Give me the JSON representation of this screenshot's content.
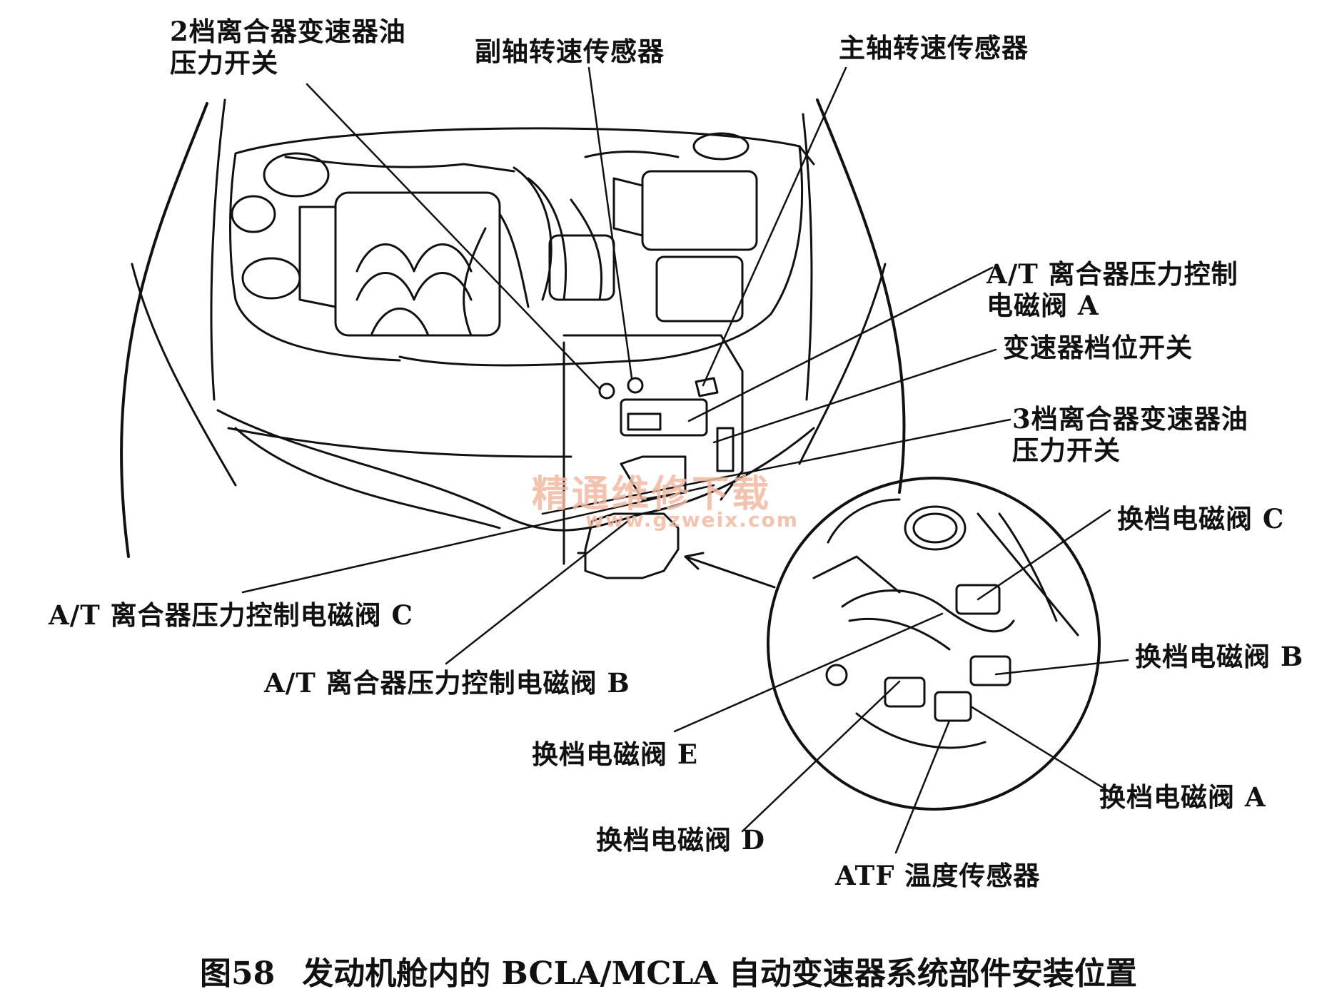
{
  "labels": {
    "second_gear_switch": "2档离合器变速器油\n压力开关",
    "countershaft_sensor": "副轴转速传感器",
    "mainshaft_sensor": "主轴转速传感器",
    "at_clutch_valve_a": "A/T 离合器压力控制\n电磁阀 A",
    "range_switch": "变速器档位开关",
    "third_gear_switch": "3档离合器变速器油\n压力开关",
    "shift_valve_c": "换档电磁阀 C",
    "at_clutch_valve_c": "A/T 离合器压力控制电磁阀 C",
    "shift_valve_b": "换档电磁阀 B",
    "at_clutch_valve_b": "A/T 离合器压力控制电磁阀 B",
    "shift_valve_e": "换档电磁阀 E",
    "shift_valve_a": "换档电磁阀 A",
    "shift_valve_d": "换档电磁阀 D",
    "atf_temp_sensor": "ATF 温度传感器"
  },
  "watermark": {
    "cn": "精通维修下载",
    "url": "www.gzweix.com"
  },
  "caption": {
    "figure_no": "图58",
    "title": "发动机舱内的 BCLA/MCLA 自动变速器系统部件安装位置"
  }
}
